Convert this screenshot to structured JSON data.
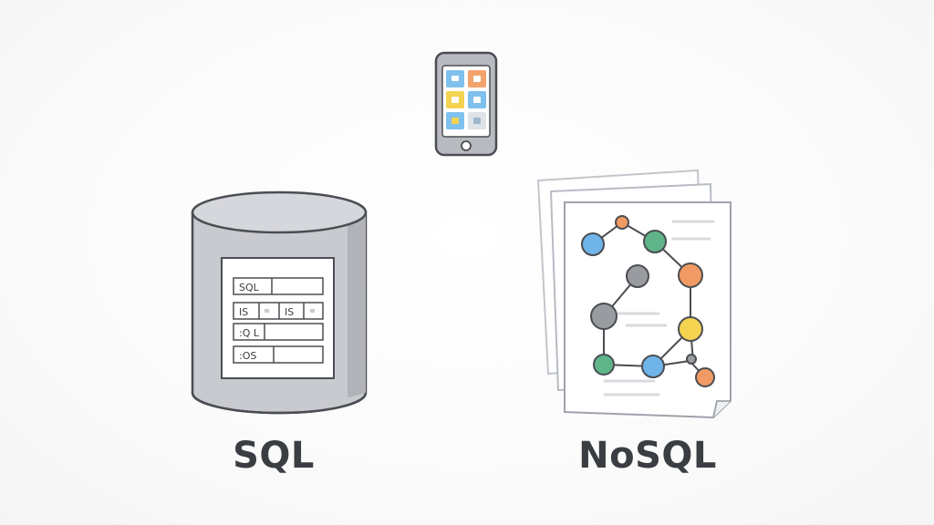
{
  "labels": {
    "sql": "SQL",
    "nosql": "NoSQL"
  },
  "sql_table": {
    "rows": [
      {
        "left": "SQL",
        "right": ""
      },
      {
        "left": "IS",
        "mid": "IS"
      },
      {
        "left": ":Q L",
        "right": ""
      },
      {
        "left": ":OS",
        "right": ""
      }
    ]
  },
  "icons": {
    "device": "smartphone-icon",
    "relational": "database-cylinder-icon",
    "nonrelational": "document-graph-icon"
  },
  "colors": {
    "outline": "#4a4d52",
    "cylinder": "#c9cacf",
    "node_blue": "#6fb5ea",
    "node_green": "#5fb489",
    "node_orange": "#f19a63",
    "node_yellow": "#f4d351",
    "node_gray": "#9a9ba0"
  }
}
